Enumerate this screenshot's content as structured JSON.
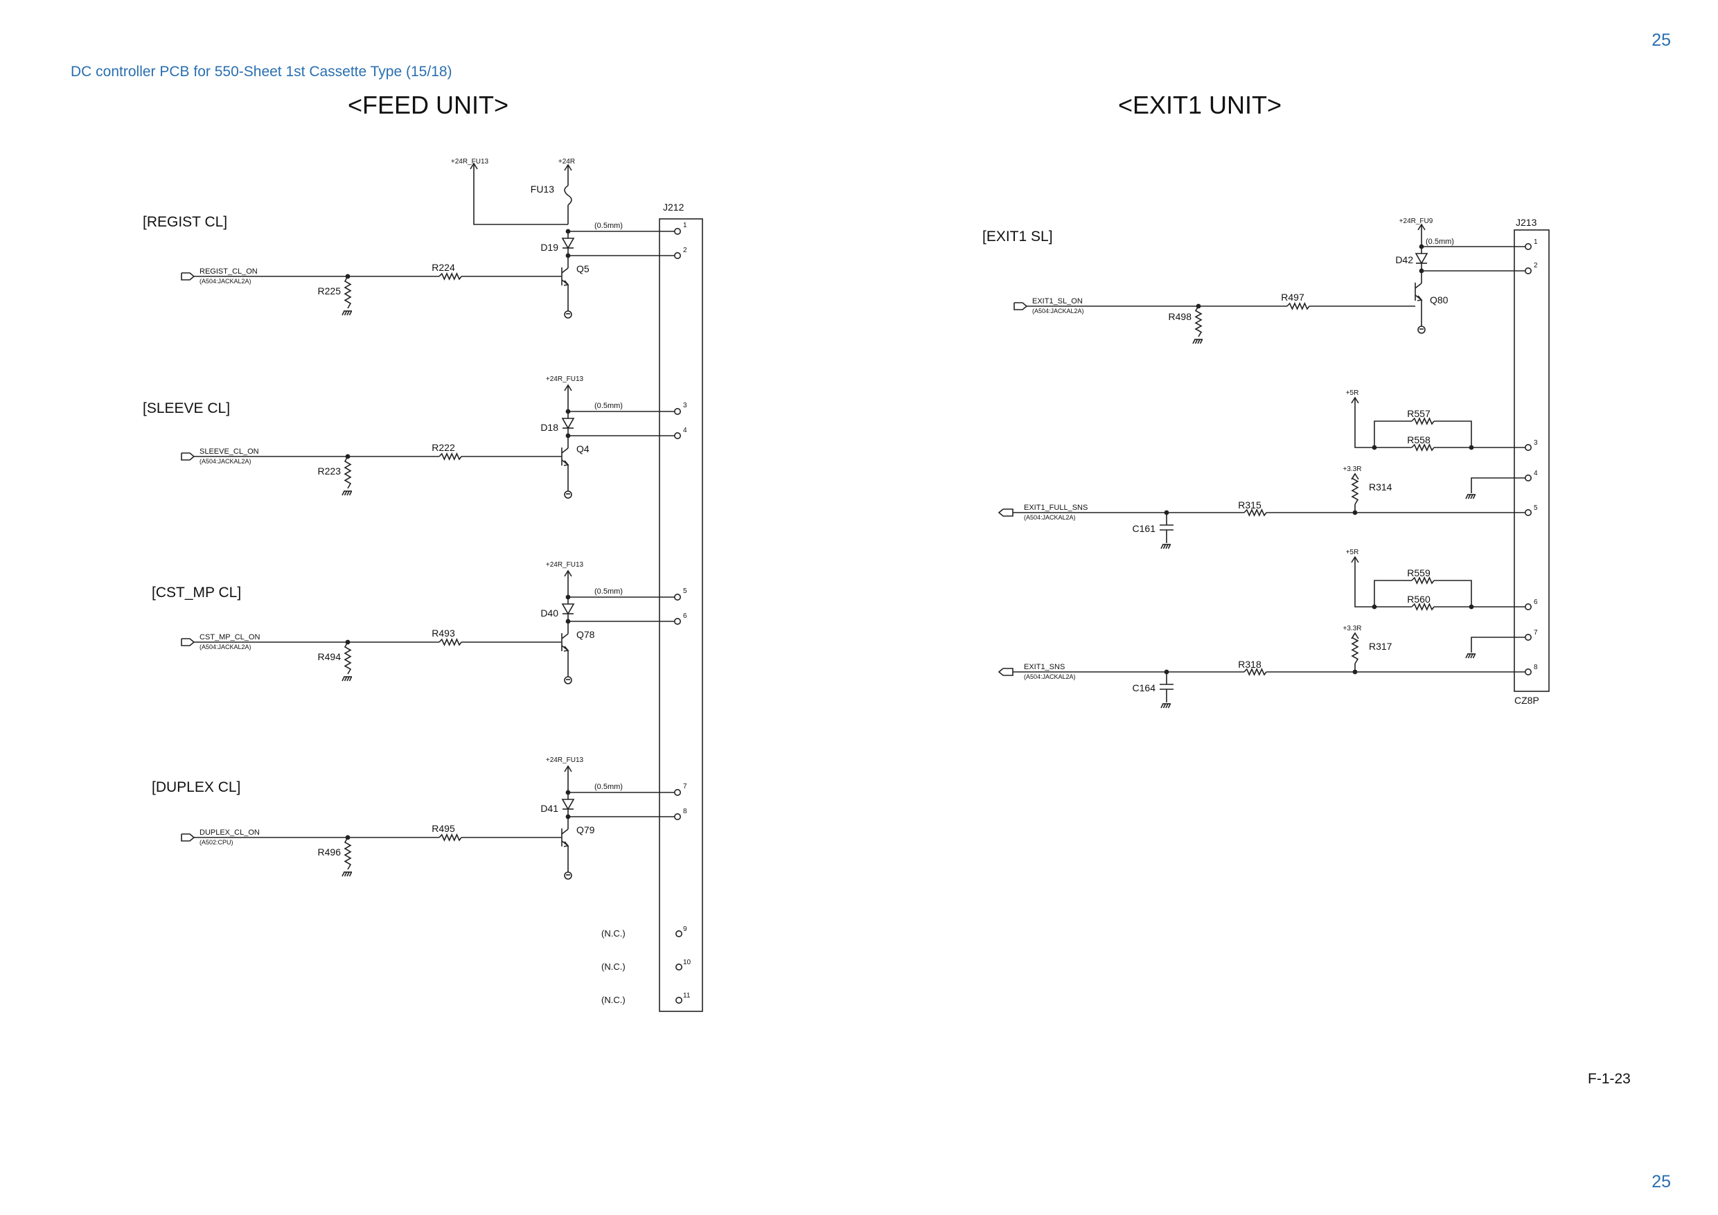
{
  "page": {
    "title": "DC controller PCB for 550-Sheet 1st Cassette Type (15/18)",
    "page_number": "25",
    "figure_id": "F-1-23"
  },
  "colors": {
    "accent": "#2a6fb0",
    "line": "#222222"
  },
  "feed_unit": {
    "title": "<FEED UNIT>",
    "supply": {
      "rail": "+24R",
      "fuse": "FU13",
      "net": "+24R_FU13"
    },
    "connector": {
      "name": "J212",
      "nc_label": "(N.C.)",
      "nc_pins": [
        "9",
        "10",
        "11"
      ]
    },
    "channels": [
      {
        "title": "[REGIST CL]",
        "signal": "REGIST_CL_ON",
        "source": "(A504:JACKAL2A)",
        "r_series": "R224",
        "r_pull": "R225",
        "diode": "D19",
        "transistor": "Q5",
        "pins": [
          "1",
          "2"
        ],
        "trace": "(0.5mm)",
        "supply_label": ""
      },
      {
        "title": "[SLEEVE CL]",
        "signal": "SLEEVE_CL_ON",
        "source": "(A504:JACKAL2A)",
        "r_series": "R222",
        "r_pull": "R223",
        "diode": "D18",
        "transistor": "Q4",
        "pins": [
          "3",
          "4"
        ],
        "trace": "(0.5mm)",
        "supply_label": "+24R_FU13"
      },
      {
        "title": "[CST_MP CL]",
        "signal": "CST_MP_CL_ON",
        "source": "(A504:JACKAL2A)",
        "r_series": "R493",
        "r_pull": "R494",
        "diode": "D40",
        "transistor": "Q78",
        "pins": [
          "5",
          "6"
        ],
        "trace": "(0.5mm)",
        "supply_label": "+24R_FU13"
      },
      {
        "title": "[DUPLEX CL]",
        "signal": "DUPLEX_CL_ON",
        "source": "(A502:CPU)",
        "r_series": "R495",
        "r_pull": "R496",
        "diode": "D41",
        "transistor": "Q79",
        "pins": [
          "7",
          "8"
        ],
        "trace": "(0.5mm)",
        "supply_label": "+24R_FU13"
      }
    ]
  },
  "exit_unit": {
    "title": "<EXIT1 UNIT>",
    "solenoid": {
      "title": "[EXIT1 SL]",
      "signal": "EXIT1_SL_ON",
      "source": "(A504:JACKAL2A)",
      "r_series": "R497",
      "r_pull": "R498",
      "diode": "D42",
      "transistor": "Q80",
      "supply_label": "+24R_FU9",
      "trace": "(0.5mm)",
      "pins": [
        "1",
        "2"
      ]
    },
    "connector": {
      "name": "J213",
      "part": "CZ8P"
    },
    "sensors": [
      {
        "signal": "EXIT1_FULL_SNS",
        "source": "(A504:JACKAL2A)",
        "pullup_rail": "+5R",
        "pullup_a": "R557",
        "pullup_b": "R558",
        "pin_supply": "3",
        "pin_gnd": "4",
        "pin_signal": "5",
        "rail_33": "+3.3R",
        "r_pull": "R314",
        "r_series": "R315",
        "cap": "C161"
      },
      {
        "signal": "EXIT1_SNS",
        "source": "(A504:JACKAL2A)",
        "pullup_rail": "+5R",
        "pullup_a": "R559",
        "pullup_b": "R560",
        "pin_supply": "6",
        "pin_gnd": "7",
        "pin_signal": "8",
        "rail_33": "+3.3R",
        "r_pull": "R317",
        "r_series": "R318",
        "cap": "C164"
      }
    ]
  }
}
